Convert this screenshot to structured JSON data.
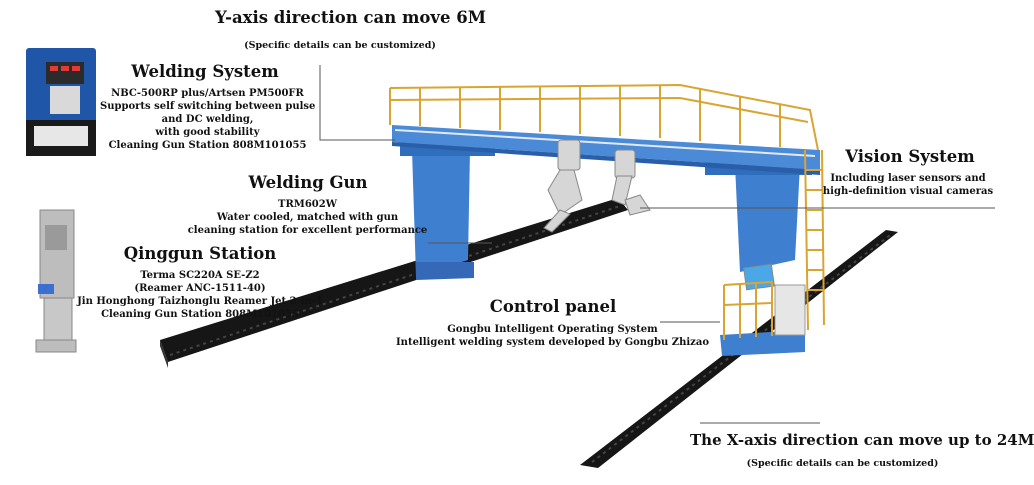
{
  "y_axis": {
    "title": "Y-axis direction can move 6M",
    "note": "(Specific details can be customized)"
  },
  "welding_system": {
    "title": "Welding System",
    "lines": [
      "NBC-500RP plus/Artsen PM500FR",
      "Supports self switching between pulse",
      "and DC welding,",
      "with good stability",
      "Cleaning Gun Station 808M101055"
    ]
  },
  "welding_gun": {
    "title": "Welding Gun",
    "lines": [
      "TRM602W",
      "Water cooled, matched with gun",
      "cleaning station for excellent performance"
    ]
  },
  "qinggun_station": {
    "title": "Qinggun Station",
    "lines": [
      "Terma SC220A SE-Z2",
      "(Reamer ANC-1511-40)",
      "Jin Honghong Taizhonglu Reamer Jet 2-in-1",
      "Cleaning Gun Station 808M101055"
    ]
  },
  "vision_system": {
    "title": "Vision System",
    "lines": [
      "Including laser sensors and",
      "high-definition visual cameras"
    ]
  },
  "control_panel": {
    "title": "Control panel",
    "lines": [
      "Gongbu Intelligent Operating System",
      "Intelligent welding system developed by Gongbu Zhizao"
    ]
  },
  "x_axis": {
    "title": "The X-axis direction can move up to 24M",
    "note": "(Specific details can be customized)"
  },
  "colors": {
    "gantry_blue": "#3f7fd0",
    "rail_black": "#1a1a1a",
    "guard_yellow": "#d9a532",
    "machine_blue": "#1f56a8",
    "leader_line": "#555555"
  }
}
